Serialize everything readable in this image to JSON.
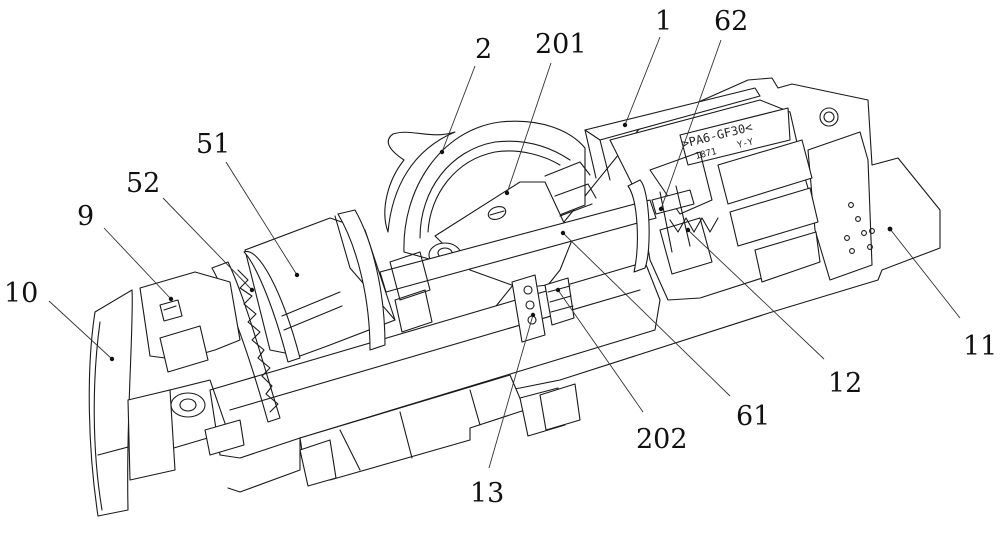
{
  "figure": {
    "type": "patent-line-drawing",
    "description": "Isometric view of a mechanical actuator assembly with numbered part references",
    "colors": {
      "line": "#1a1a1a",
      "background": "#ffffff"
    }
  },
  "part_marking": {
    "material": ">PA6-GF30<",
    "code_left": "1871",
    "code_right": "Y-Y"
  },
  "references": [
    {
      "id": "ref-1",
      "label": "1"
    },
    {
      "id": "ref-2",
      "label": "2"
    },
    {
      "id": "ref-9",
      "label": "9"
    },
    {
      "id": "ref-10",
      "label": "10"
    },
    {
      "id": "ref-11",
      "label": "11"
    },
    {
      "id": "ref-12",
      "label": "12"
    },
    {
      "id": "ref-13",
      "label": "13"
    },
    {
      "id": "ref-51",
      "label": "51"
    },
    {
      "id": "ref-52",
      "label": "52"
    },
    {
      "id": "ref-61",
      "label": "61"
    },
    {
      "id": "ref-62",
      "label": "62"
    },
    {
      "id": "ref-201",
      "label": "201"
    },
    {
      "id": "ref-202",
      "label": "202"
    }
  ]
}
